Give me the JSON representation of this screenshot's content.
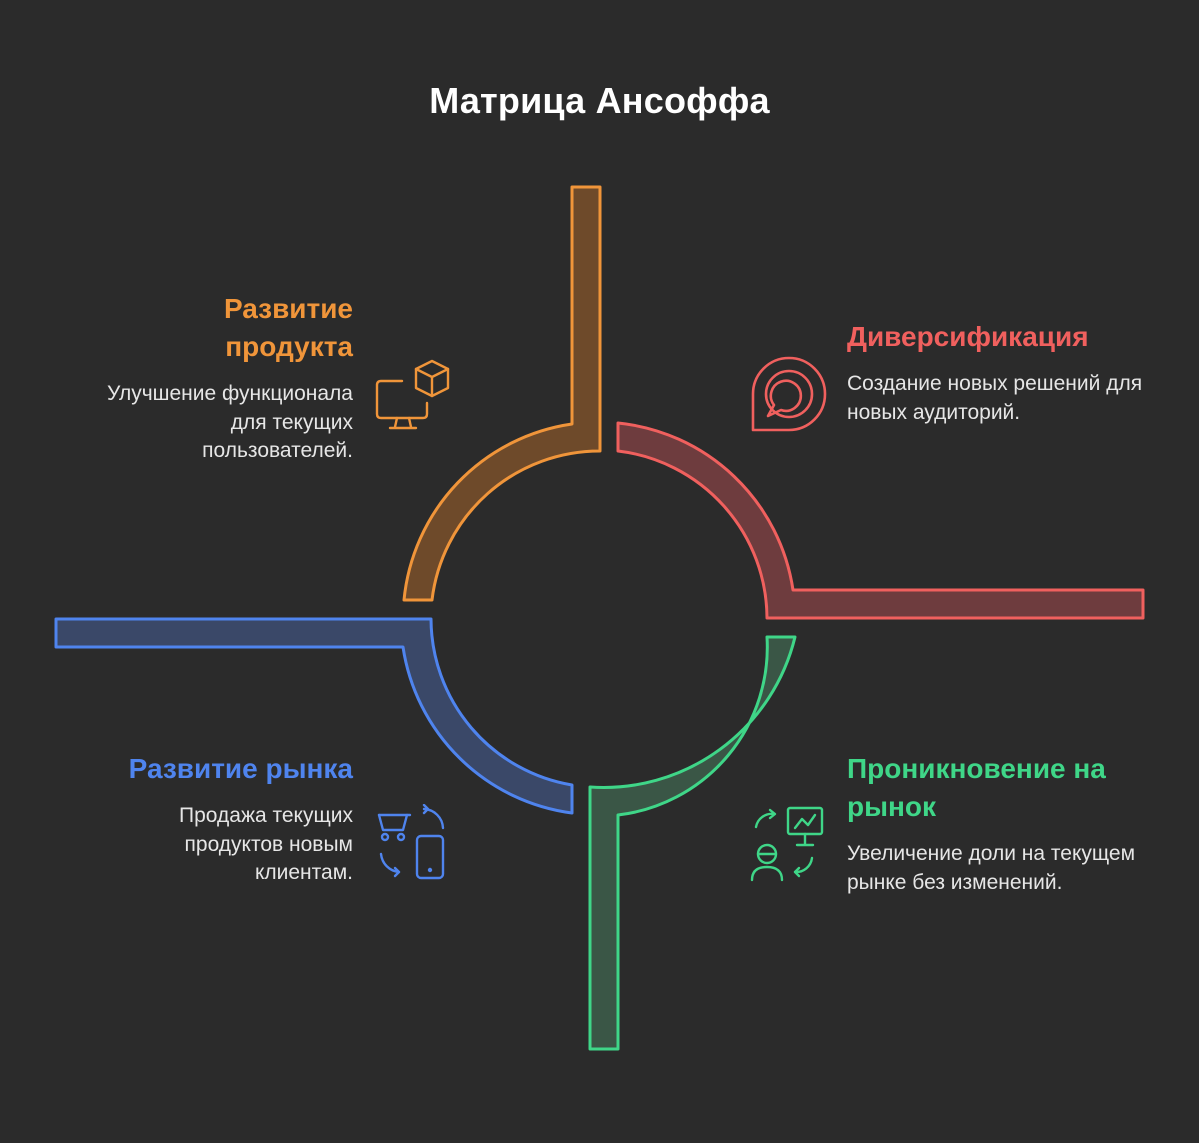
{
  "title": "Матрица Ансоффа",
  "quadrants": [
    {
      "id": "top-left",
      "heading": "Развитие продукта",
      "description": "Улучшение функционала для текущих пользователей.",
      "color": "#f0953a",
      "icon": "monitor-cube-icon"
    },
    {
      "id": "top-right",
      "heading": "Диверсификация",
      "description": "Создание новых решений для новых аудиторий.",
      "color": "#f0605e",
      "icon": "chat-bubble-icon"
    },
    {
      "id": "bottom-left",
      "heading": "Развитие рынка",
      "description": "Продажа текущих продуктов новым клиентам.",
      "color": "#4f84ee",
      "icon": "cart-phone-icon"
    },
    {
      "id": "bottom-right",
      "heading": "Проникновение на рынок",
      "description": "Увеличение доли на текущем рынке без изменений.",
      "color": "#3fd688",
      "icon": "person-chart-icon"
    }
  ]
}
